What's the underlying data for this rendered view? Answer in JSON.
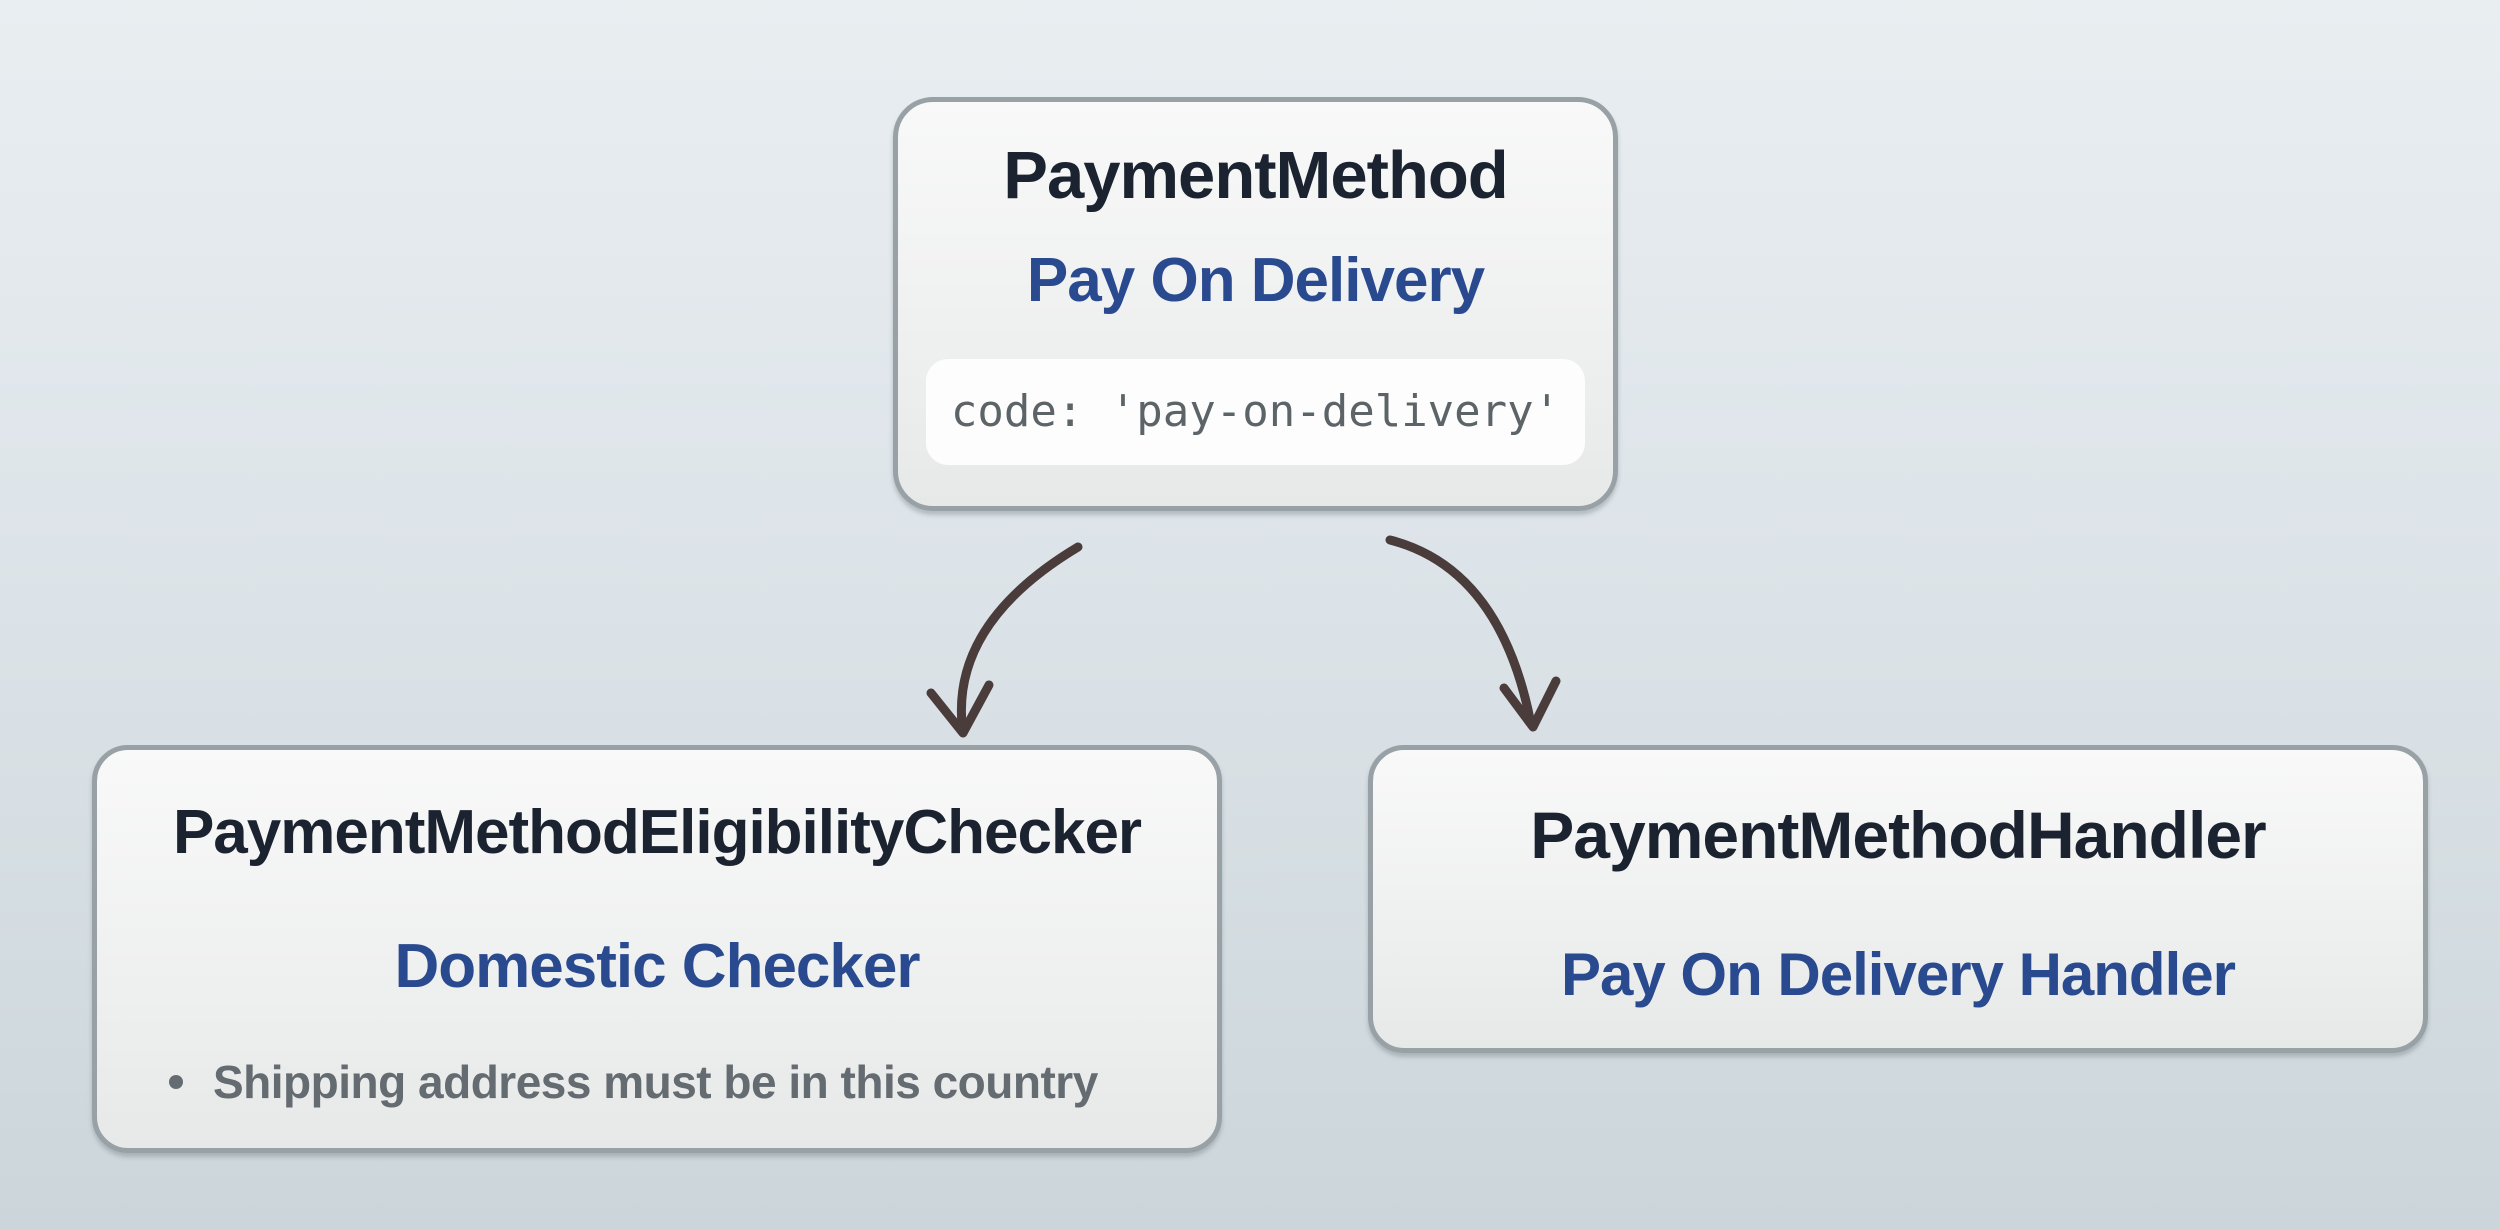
{
  "diagram": {
    "payment_method": {
      "title": "PaymentMethod",
      "subtitle": "Pay On Delivery",
      "code": "code: 'pay-on-delivery'"
    },
    "eligibility_checker": {
      "title": "PaymentMethodEligibilityChecker",
      "subtitle": "Domestic Checker",
      "rules": [
        "Shipping address must be in this country"
      ]
    },
    "handler": {
      "title": "PaymentMethodHandler",
      "subtitle": "Pay On Delivery Handler"
    }
  },
  "colors": {
    "background_top": "#e9eef1",
    "background_bottom": "#ccd6da",
    "node_fill_top": "#f8f9f8",
    "node_fill_bottom": "#e7e9e9",
    "node_border": "#98a1a6",
    "title_text": "#1c2330",
    "subtitle_text": "#2a4a90",
    "code_text": "#5c6468",
    "code_pill_background": "#fdfdfd",
    "bullet_text": "#646b71",
    "arrow": "#4a3c3b"
  }
}
